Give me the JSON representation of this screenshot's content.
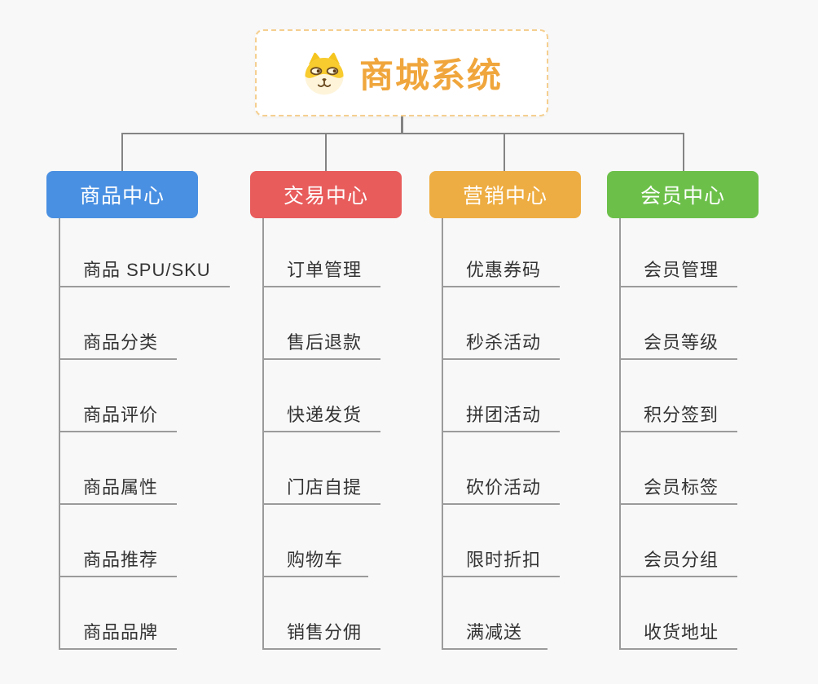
{
  "root": {
    "title": "商城系统",
    "icon": "dog-face-icon",
    "title_color": "#f0a63c",
    "border_color": "#f5cf90"
  },
  "colors": {
    "background": "#f8f8f8",
    "connector": "#848484",
    "underline": "#9b9b9b",
    "child_text": "#333333"
  },
  "branches": [
    {
      "label": "商品中心",
      "color": "#4a90e2",
      "children": [
        "商品 SPU/SKU",
        "商品分类",
        "商品评价",
        "商品属性",
        "商品推荐",
        "商品品牌"
      ]
    },
    {
      "label": "交易中心",
      "color": "#e85c5c",
      "children": [
        "订单管理",
        "售后退款",
        "快递发货",
        "门店自提",
        "购物车",
        "销售分佣"
      ]
    },
    {
      "label": "营销中心",
      "color": "#eead42",
      "children": [
        "优惠券码",
        "秒杀活动",
        "拼团活动",
        "砍价活动",
        "限时折扣",
        "满减送"
      ]
    },
    {
      "label": "会员中心",
      "color": "#6cc04a",
      "children": [
        "会员管理",
        "会员等级",
        "积分签到",
        "会员标签",
        "会员分组",
        "收货地址"
      ]
    }
  ]
}
